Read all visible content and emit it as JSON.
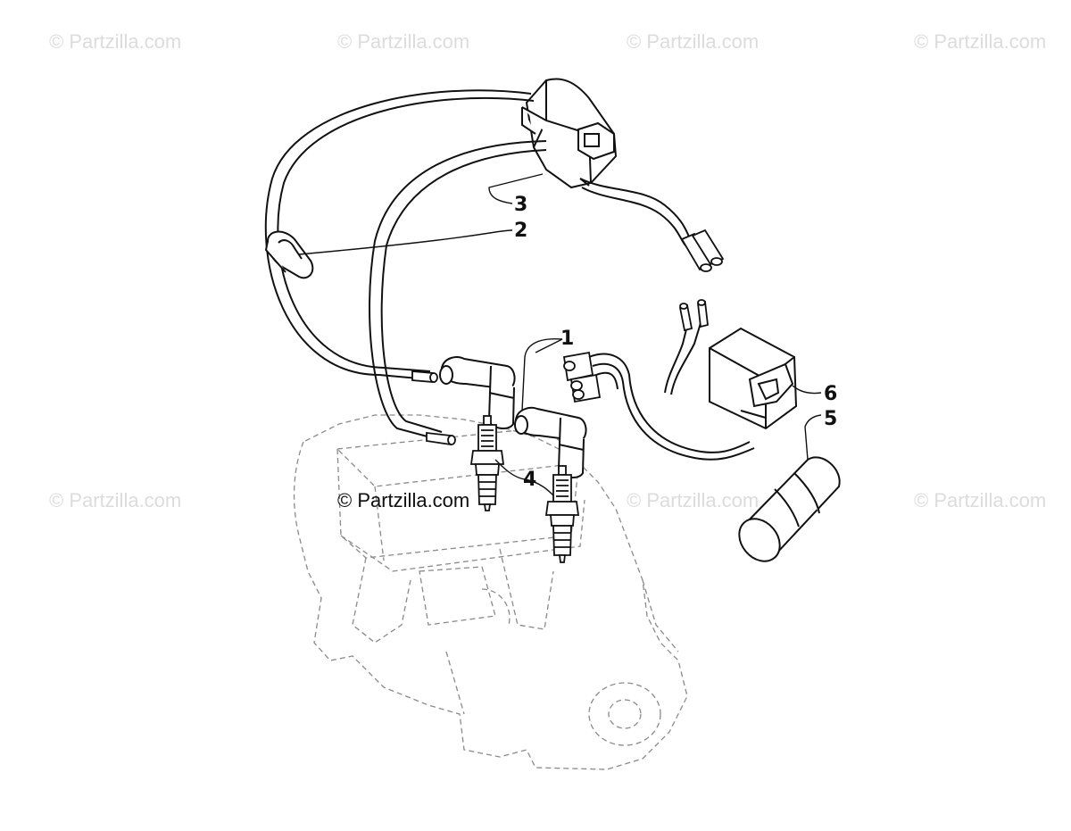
{
  "watermarks": {
    "top_1": "© Partzilla.com",
    "top_2": "© Partzilla.com",
    "top_3": "© Partzilla.com",
    "top_4": "© Partzilla.com",
    "mid_1": "© Partzilla.com",
    "mid_2": "© Partzilla.com",
    "mid_3": "© Partzilla.com",
    "mid_4": "© Partzilla.com",
    "center": "© Partzilla.com"
  },
  "callouts": {
    "c1": "1",
    "c2": "2",
    "c3": "3",
    "c4": "4",
    "c5": "5",
    "c6": "6"
  },
  "colors": {
    "line": "#111111",
    "ghost_line": "#8a8a8a",
    "watermark": "#dcdcdc"
  }
}
